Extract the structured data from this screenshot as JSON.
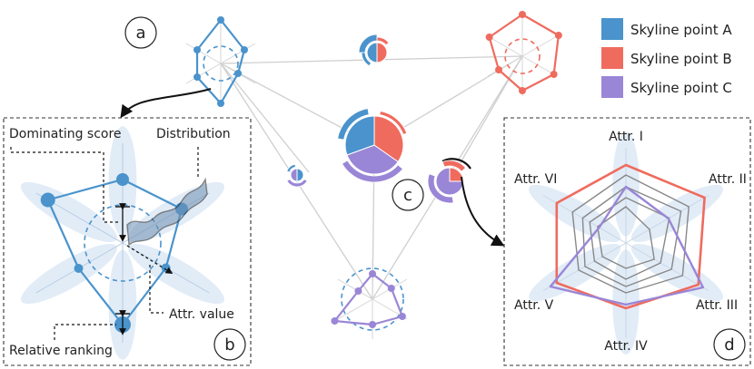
{
  "colors": {
    "point_a": "#4a93cc",
    "point_b": "#ef6b5e",
    "point_c": "#9a86d6",
    "gray": "#888888",
    "glyph_fill": "#c9ddf0"
  },
  "legend": {
    "items": [
      {
        "label": "Skyline point A",
        "color": "#4a93cc"
      },
      {
        "label": "Skyline point B",
        "color": "#ef6b5e"
      },
      {
        "label": "Skyline point C",
        "color": "#9a86d6"
      }
    ]
  },
  "panels": {
    "a": "a",
    "b": "b",
    "c": "c",
    "d": "d"
  },
  "annotations": {
    "dominating_score": "Dominating score",
    "distribution": "Distribution",
    "attr_value": "Attr. value",
    "relative_ranking": "Relative ranking"
  },
  "axes": {
    "labels": [
      "Attr. I",
      "Attr. II",
      "Attr. III",
      "Attr. IV",
      "Attr. V",
      "Attr. VI"
    ]
  }
}
